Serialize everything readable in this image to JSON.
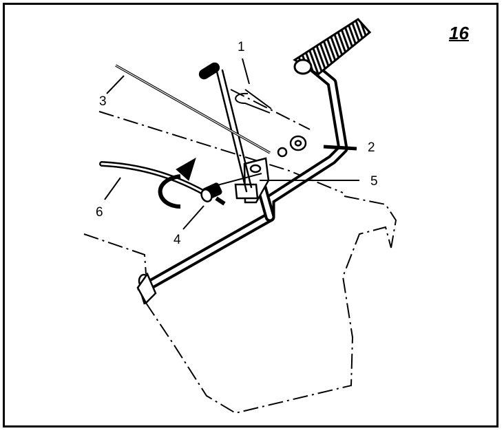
{
  "figure": {
    "number": "16",
    "callouts": [
      {
        "id": "c1",
        "text": "1"
      },
      {
        "id": "c2",
        "text": "2"
      },
      {
        "id": "c3",
        "text": "3"
      },
      {
        "id": "c4",
        "text": "4"
      },
      {
        "id": "c5",
        "text": "5"
      },
      {
        "id": "c6",
        "text": "6"
      }
    ]
  },
  "colors": {
    "line": "#000000",
    "fill": "#ffffff"
  }
}
